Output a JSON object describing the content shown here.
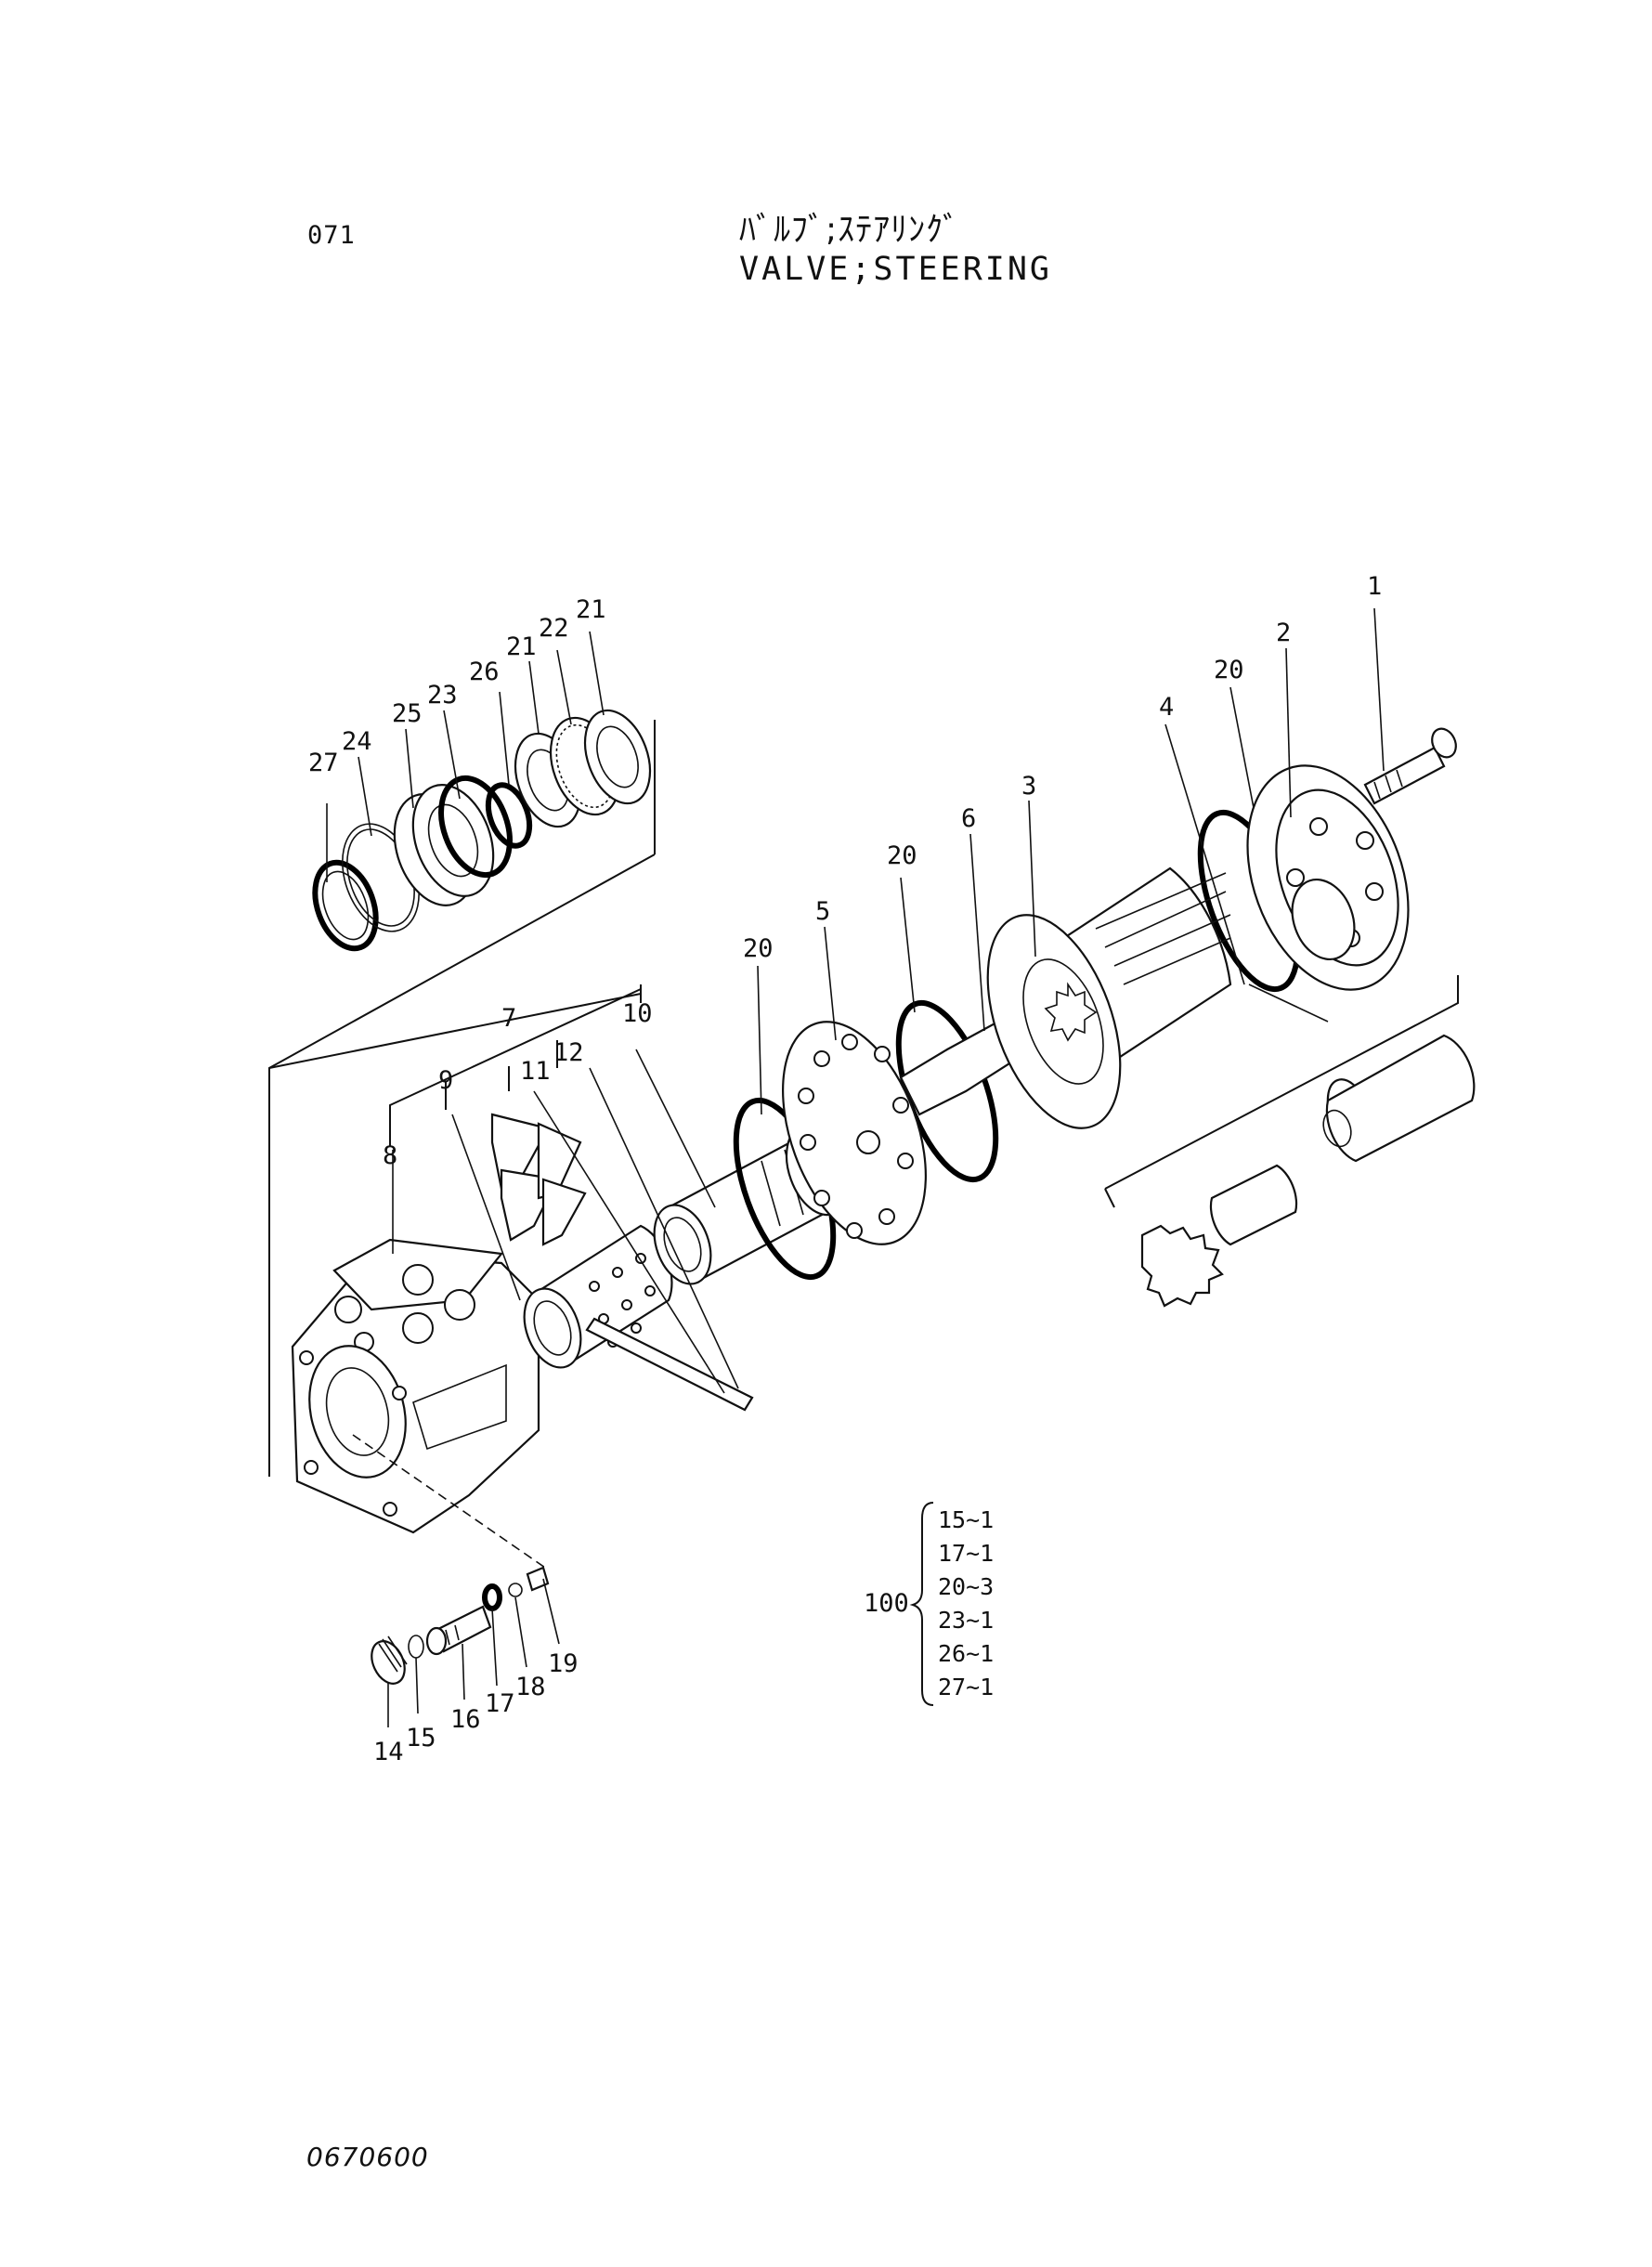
{
  "header": {
    "page_number": "071",
    "title_jp": "ﾊﾞﾙﾌﾞ;ｽﾃｱﾘﾝｸﾞ",
    "title_en": "VALVE;STEERING"
  },
  "footer": {
    "drawing_code": "0670600"
  },
  "callouts": {
    "c1": "1",
    "c2": "2",
    "c3": "3",
    "c4": "4",
    "c5": "5",
    "c6": "6",
    "c7": "7",
    "c8": "8",
    "c9": "9",
    "c10": "10",
    "c11": "11",
    "c12": "12",
    "c14": "14",
    "c15": "15",
    "c16": "16",
    "c17": "17",
    "c18": "18",
    "c19": "19",
    "c20a": "20",
    "c20b": "20",
    "c20c": "20",
    "c21a": "21",
    "c21b": "21",
    "c22": "22",
    "c23": "23",
    "c24": "24",
    "c25": "25",
    "c26": "26",
    "c27": "27"
  },
  "kit": {
    "number": "100",
    "items": [
      "15~1",
      "17~1",
      "20~3",
      "23~1",
      "26~1",
      "27~1"
    ]
  }
}
